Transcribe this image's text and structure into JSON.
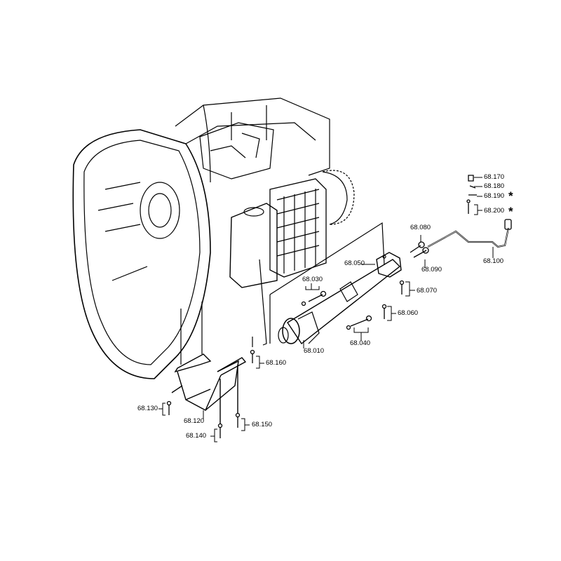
{
  "diagram": {
    "labels": {
      "p170": "68.170",
      "p180": "68.180",
      "p190": "68.190",
      "p200": "68.200",
      "p080": "68.080",
      "p100": "68.100",
      "p090": "68.090",
      "p050": "68.050",
      "p070": "68.070",
      "p030": "68.030",
      "p060": "68.060",
      "p010": "68.010",
      "p040": "68.040",
      "p160": "68.160",
      "p130": "68.130",
      "p120": "68.120",
      "p150": "68.150",
      "p140": "68.140"
    },
    "marker": "*",
    "line_color": "#000000"
  }
}
